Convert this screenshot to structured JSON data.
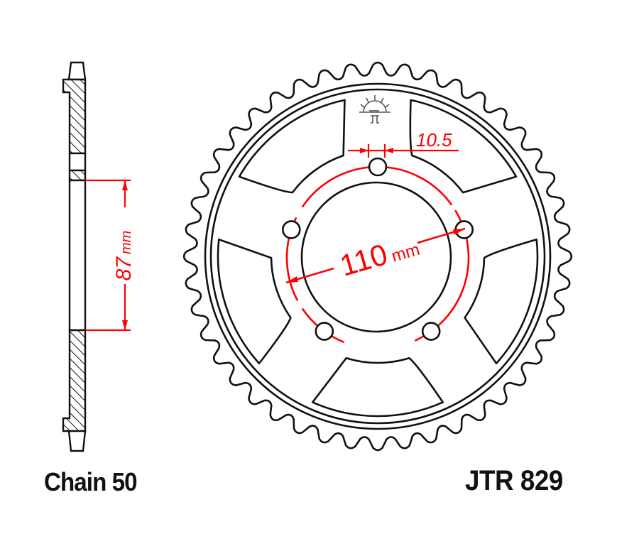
{
  "title": "Rear sprocket technical drawing",
  "labels": {
    "chain": "Chain 50",
    "part_number": "JTR 829"
  },
  "dimensions": {
    "pcd_value": "110",
    "pcd_unit": "mm",
    "bolt_hole": "10.5",
    "offset_value": "87",
    "offset_unit": "mm"
  },
  "sprocket": {
    "teeth": 44,
    "bolt_holes": 5,
    "cutouts": 5
  },
  "colors": {
    "line": "#111111",
    "dimension": "#ff0000",
    "logo": "#555555",
    "background": "#ffffff"
  }
}
